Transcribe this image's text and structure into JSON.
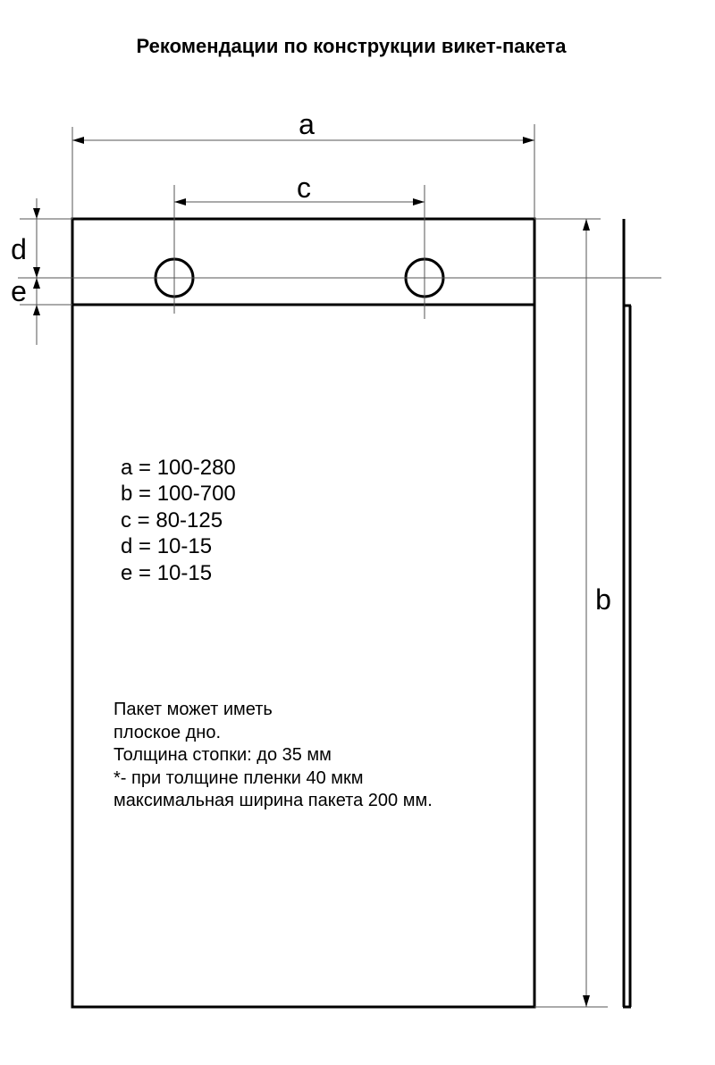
{
  "title": "Рекомендации по конструкции викет-пакета",
  "dimension_labels": {
    "a": "a",
    "b": "b",
    "c": "c",
    "d": "d",
    "e": "e"
  },
  "specs": [
    "a = 100-280",
    "b = 100-700",
    "c = 80-125",
    "d = 10-15",
    "e = 10-15"
  ],
  "notes": [
    "Пакет может иметь",
    "плоское дно.",
    "Толщина стопки: до 35 мм",
    "*- при толщине пленки 40 мкм",
    "максимальная ширина пакета 200 мм."
  ],
  "colors": {
    "outline": "#000000",
    "dimension_line": "#555555",
    "background": "#ffffff"
  }
}
